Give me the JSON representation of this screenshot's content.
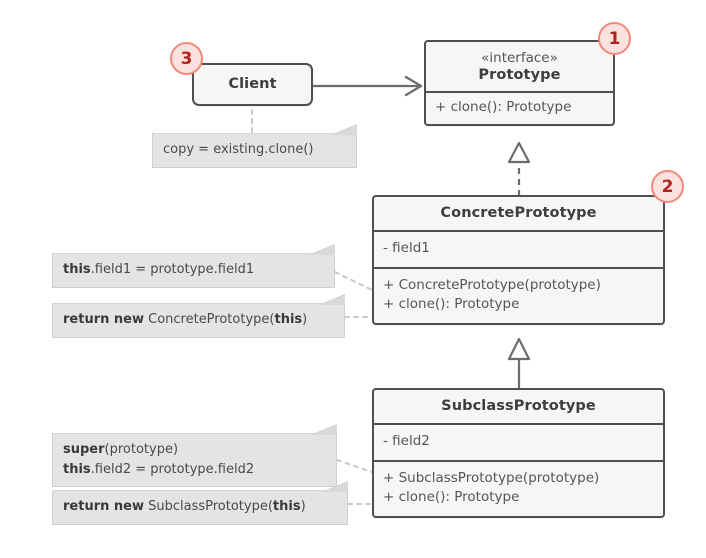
{
  "diagram": {
    "title": "Prototype design pattern UML class diagram",
    "background": "#ffffff",
    "box_fill": "#f6f6f6",
    "box_border": "#4f4f4f",
    "note_fill": "#e4e4e4",
    "badge_fill": "#fbe2df",
    "badge_border": "#f4877c",
    "badge_text_color": "#b3221c"
  },
  "classes": {
    "client": {
      "name": "Client",
      "stereotype": ""
    },
    "prototype": {
      "stereotype": "«interface»",
      "name": "Prototype",
      "fields": [],
      "methods": [
        "+ clone(): Prototype"
      ]
    },
    "concrete_prototype": {
      "name": "ConcretePrototype",
      "fields": [
        "- field1"
      ],
      "methods": [
        "+ ConcretePrototype(prototype)",
        "+ clone(): Prototype"
      ]
    },
    "subclass_prototype": {
      "name": "SubclassPrototype",
      "fields": [
        "- field2"
      ],
      "methods": [
        "+ SubclassPrototype(prototype)",
        "+ clone(): Prototype"
      ]
    }
  },
  "notes": {
    "client_usage": {
      "segments": [
        {
          "text": "copy = existing.clone()",
          "bold": false
        }
      ]
    },
    "concrete_copy_field": {
      "segments": [
        {
          "text": "this",
          "bold": true
        },
        {
          "text": ".field1 = prototype.field1",
          "bold": false
        }
      ]
    },
    "concrete_clone_return": {
      "segments": [
        {
          "text": "return new",
          "bold": true
        },
        {
          "text": " ConcretePrototype(",
          "bold": false
        },
        {
          "text": "this",
          "bold": true
        },
        {
          "text": ")",
          "bold": false
        }
      ]
    },
    "subclass_copy_field": {
      "line1": [
        {
          "text": "super",
          "bold": true
        },
        {
          "text": "(prototype)",
          "bold": false
        }
      ],
      "line2": [
        {
          "text": "this",
          "bold": true
        },
        {
          "text": ".field2 = prototype.field2",
          "bold": false
        }
      ]
    },
    "subclass_clone_return": {
      "segments": [
        {
          "text": "return new",
          "bold": true
        },
        {
          "text": " SubclassPrototype(",
          "bold": false
        },
        {
          "text": "this",
          "bold": true
        },
        {
          "text": ")",
          "bold": false
        }
      ]
    }
  },
  "badges": [
    {
      "id": "badge-1",
      "label": "1",
      "target": "prototype"
    },
    {
      "id": "badge-2",
      "label": "2",
      "target": "concrete_prototype"
    },
    {
      "id": "badge-3",
      "label": "3",
      "target": "client"
    }
  ],
  "relationships": [
    {
      "kind": "association",
      "from": "client",
      "to": "prototype",
      "line": "solid",
      "head": "open-arrow"
    },
    {
      "kind": "realization",
      "from": "concrete_prototype",
      "to": "prototype",
      "line": "dashed",
      "head": "hollow-triangle"
    },
    {
      "kind": "generalization",
      "from": "subclass_prototype",
      "to": "concrete_prototype",
      "line": "solid",
      "head": "hollow-triangle"
    }
  ]
}
